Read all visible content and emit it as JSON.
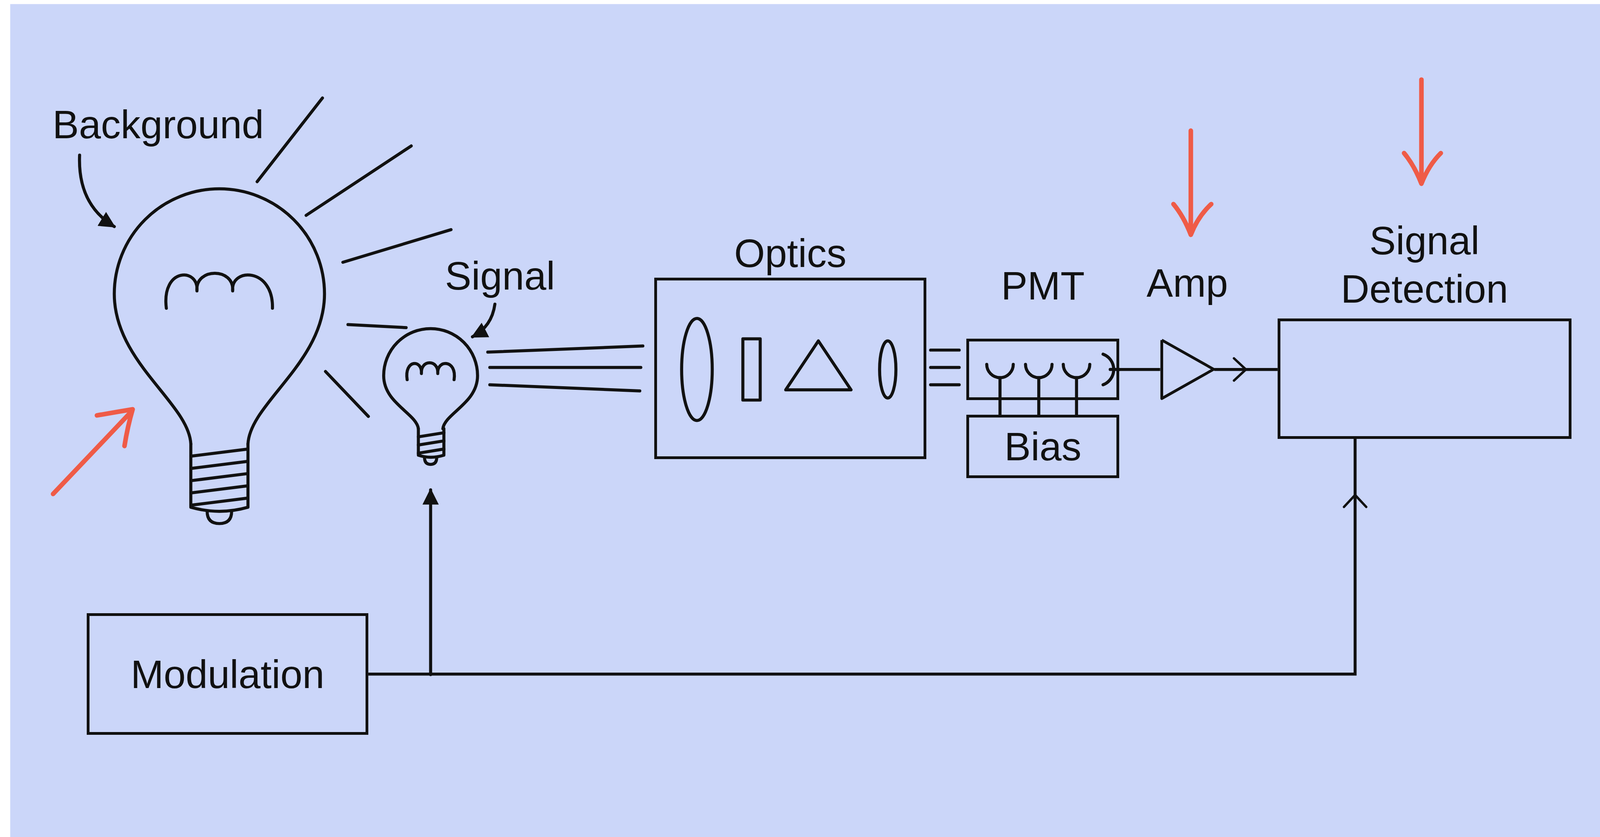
{
  "diagram": {
    "nodes": [
      {
        "text": [
          "Optics"
        ]
      },
      {
        "text": [
          "PMT"
        ]
      },
      {
        "text": [
          "Bias"
        ]
      },
      {
        "text": [
          "Amp"
        ]
      },
      {
        "text": [
          "Signal Detection"
        ]
      },
      {
        "text": [
          "Modulation"
        ]
      }
    ],
    "edges": [
      {
        "from": 1,
        "to": 3,
        "arrow": "none"
      },
      {
        "from": 3,
        "to": 4,
        "arrow": "to"
      },
      {
        "from": 5,
        "to": 4,
        "arrow": "to"
      }
    ],
    "labels": [
      "Background",
      "Signal"
    ]
  }
}
